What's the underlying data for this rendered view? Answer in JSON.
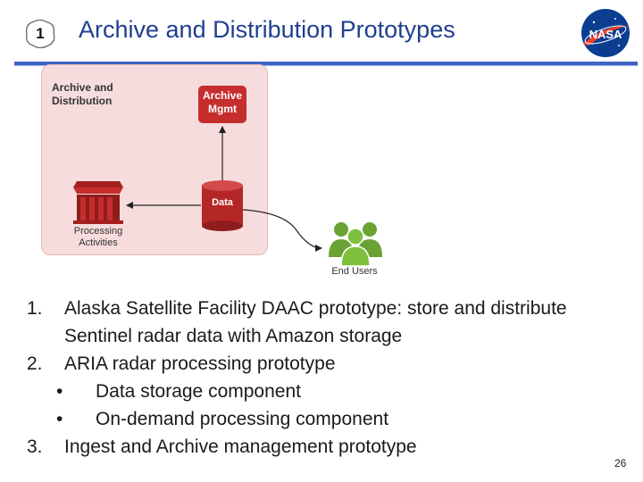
{
  "slide": {
    "number_badge": "1",
    "title": "Archive and Distribution Prototypes",
    "logo_text": "NASA",
    "page_number": "26"
  },
  "diagram": {
    "panel_label": "Archive and\nDistribution",
    "archive_mgmt_label": "Archive\nMgmt",
    "data_label": "Data",
    "processing_label": "Processing\nActivities",
    "end_users_label": "End Users",
    "colors": {
      "panel_fill": "#f6dcdc",
      "component_red": "#c62d2d",
      "users_green": "#6aa233"
    }
  },
  "body": {
    "items": [
      {
        "number": "1.",
        "text": "Alaska Satellite Facility DAAC prototype:  store and distribute Sentinel radar data with Amazon storage"
      },
      {
        "number": "2.",
        "text": "ARIA radar processing prototype",
        "subitems": [
          {
            "bullet": "•",
            "text": "Data storage component"
          },
          {
            "bullet": "•",
            "text": "On-demand processing component"
          }
        ]
      },
      {
        "number": "3.",
        "text": "Ingest and Archive management prototype"
      }
    ]
  }
}
